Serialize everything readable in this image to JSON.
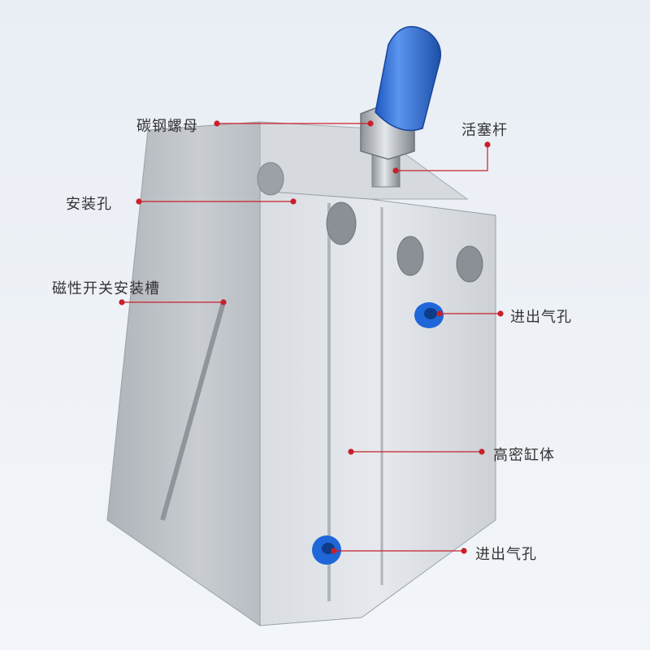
{
  "image": {
    "subject": "aluminium compact cylinder",
    "colors": {
      "background": "#eef2f7",
      "body": "#c9cdd3",
      "cap": "#2f6fd6",
      "port": "#1f66d8",
      "leader": "#c8202a"
    }
  },
  "callouts": {
    "nut": "碳钢螺母",
    "piston_rod": "活塞杆",
    "mount_hole": "安装孔",
    "switch_slot": "磁性开关安装槽",
    "port_top": "进出气孔",
    "body": "高密缸体",
    "port_bottom": "进出气孔"
  }
}
